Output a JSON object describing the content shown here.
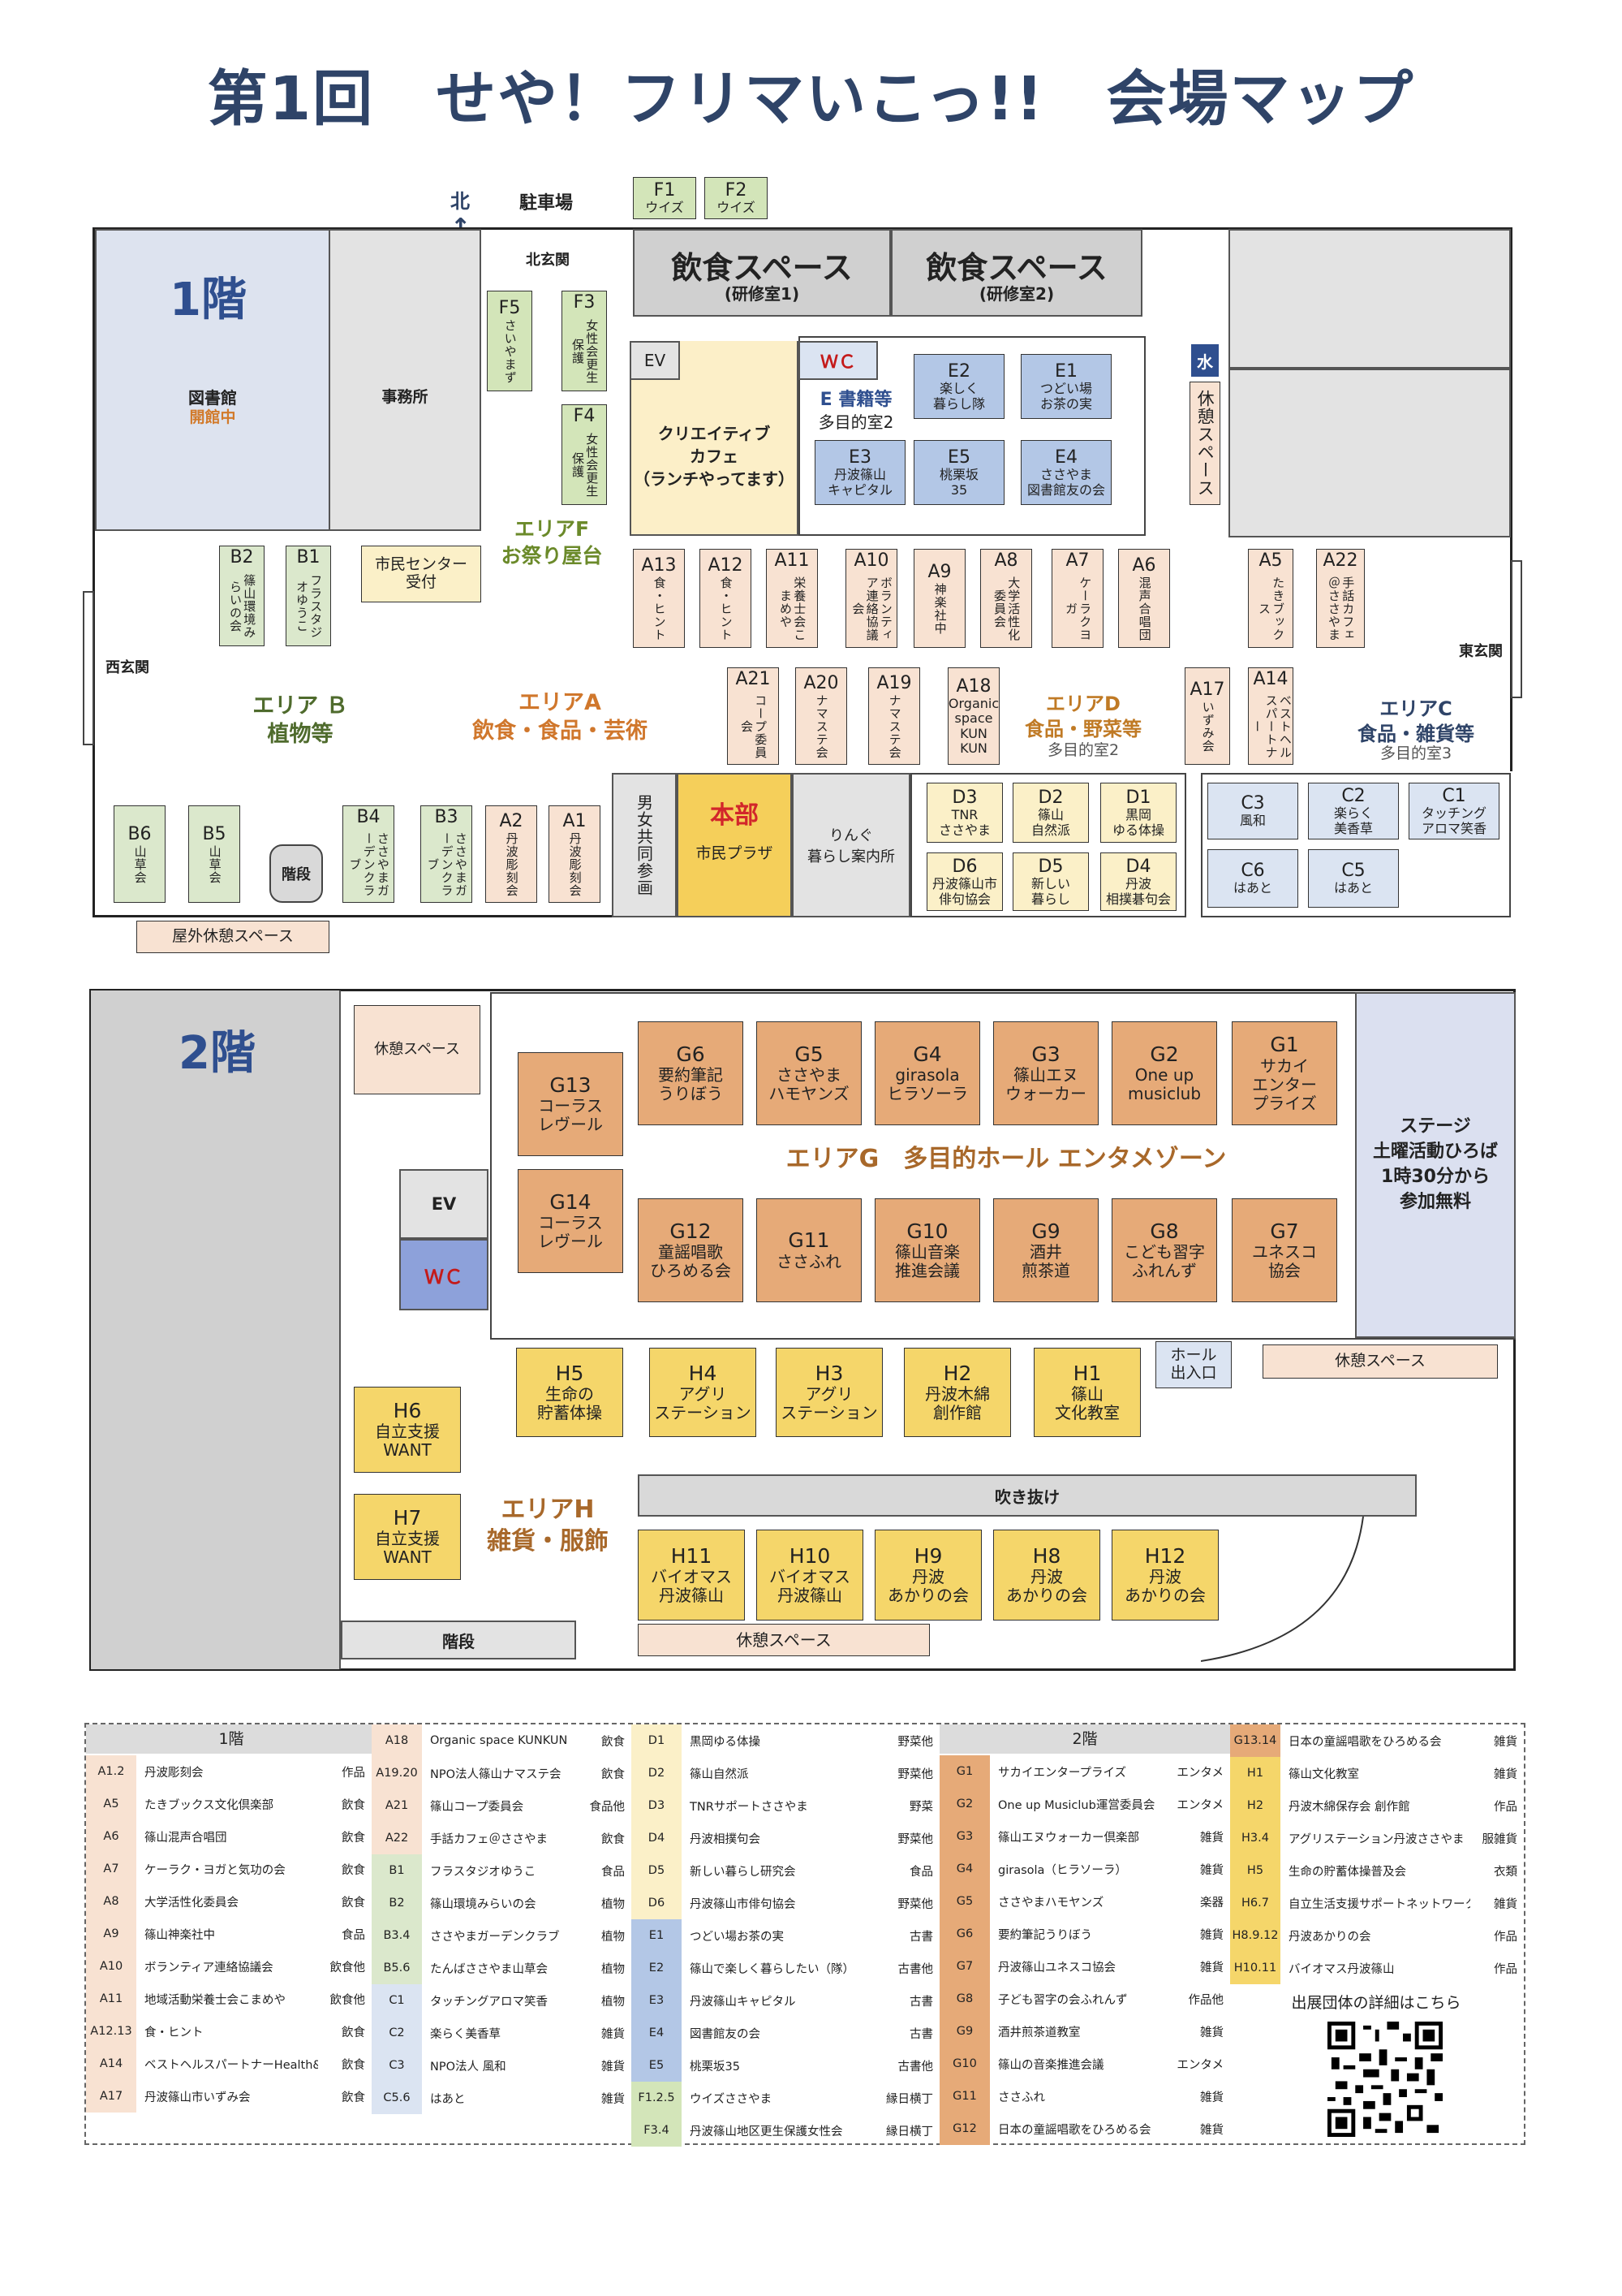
{
  "title": "第1回　せや！フリマいこっ!!　会場マップ",
  "north": "北",
  "parking": "駐車場",
  "floor1": {
    "label": "1階",
    "library": "図書館",
    "library_status": "開館中",
    "office": "事務所",
    "north_entrance": "北玄関",
    "west_entrance": "西玄関",
    "east_entrance": "東玄関",
    "food1": "飲食スペース",
    "food1_sub": "(研修室1)",
    "food2": "飲食スペース",
    "food2_sub": "(研修室2)",
    "ev": "EV",
    "wc": "ＷＣ",
    "water": "水",
    "rest_v": "休憩スペース",
    "cafe": "クリエイティブ\nカフェ\n（ランチやってます）",
    "areaE": "E 書籍等",
    "areaE_sub": "多目的室2",
    "center": "市民センター\n受付",
    "areaF": "エリアF\nお祭り屋台",
    "areaA": "エリアA\n飲食・食品・芸術",
    "areaB": "エリア Ｂ\n植物等",
    "areaD": "エリアD\n食品・野菜等",
    "areaD_sub": "多目的室2",
    "areaC": "エリアC\n食品・雑貨等",
    "areaC_sub": "多目的室3",
    "toilet": "男女共同参画",
    "hq": "本部",
    "hq_sub": "市民プラザ",
    "ringo": "りんぐ\n暮らし案内所",
    "stairs": "階段",
    "outdoor": "屋外休憩スペース"
  },
  "booths1": [
    {
      "id": "F1",
      "name": "ウイズ"
    },
    {
      "id": "F2",
      "name": "ウイズ"
    },
    {
      "id": "F5",
      "name": "さいやまず"
    },
    {
      "id": "F3",
      "name": "女性会更生保護"
    },
    {
      "id": "F4",
      "name": "女性会更生保護"
    },
    {
      "id": "E2",
      "name": "楽しく\n暮らし隊"
    },
    {
      "id": "E1",
      "name": "つどい場\nお茶の実"
    },
    {
      "id": "E3",
      "name": "丹波篠山\nキャピタル"
    },
    {
      "id": "E5",
      "name": "桃栗坂\n35"
    },
    {
      "id": "E4",
      "name": "ささやま\n図書館友の会"
    },
    {
      "id": "B2",
      "name": "篠山環境みらいの会"
    },
    {
      "id": "B1",
      "name": "フラスタジオゆうこ"
    },
    {
      "id": "A13",
      "name": "食・ヒント"
    },
    {
      "id": "A12",
      "name": "食・ヒント"
    },
    {
      "id": "A11",
      "name": "栄養士会こまめや"
    },
    {
      "id": "A10",
      "name": "ボランティア連絡協議会"
    },
    {
      "id": "A9",
      "name": "神楽社中"
    },
    {
      "id": "A8",
      "name": "大学活性化委員会"
    },
    {
      "id": "A7",
      "name": "ケーラクヨガ"
    },
    {
      "id": "A6",
      "name": "混声合唱団"
    },
    {
      "id": "A5",
      "name": "たきブックス"
    },
    {
      "id": "A22",
      "name": "手話カフェ＠ささやま"
    },
    {
      "id": "A21",
      "name": "コープ委員会"
    },
    {
      "id": "A20",
      "name": "ナマステ会"
    },
    {
      "id": "A19",
      "name": "ナマステ会"
    },
    {
      "id": "A18",
      "name": "Organic\nspace\nKUN\nKUN"
    },
    {
      "id": "A17",
      "name": "いずみ会"
    },
    {
      "id": "A14",
      "name": "ベストヘルスパートナー"
    },
    {
      "id": "B6",
      "name": "山草会"
    },
    {
      "id": "B5",
      "name": "山草会"
    },
    {
      "id": "B4",
      "name": "ささやまガーデンクラブ"
    },
    {
      "id": "B3",
      "name": "ささやまガーデンクラブ"
    },
    {
      "id": "A2",
      "name": "丹波彫刻会"
    },
    {
      "id": "A1",
      "name": "丹波彫刻会"
    },
    {
      "id": "D3",
      "name": "TNR\nささやま"
    },
    {
      "id": "D2",
      "name": "篠山\n自然派"
    },
    {
      "id": "D1",
      "name": "黒岡\nゆる体操"
    },
    {
      "id": "D6",
      "name": "丹波篠山市\n俳句協会"
    },
    {
      "id": "D5",
      "name": "新しい\n暮らし"
    },
    {
      "id": "D4",
      "name": "丹波\n相撲碁句会"
    },
    {
      "id": "C3",
      "name": "風和"
    },
    {
      "id": "C2",
      "name": "楽らく\n美香草"
    },
    {
      "id": "C1",
      "name": "タッチング\nアロマ笑香"
    },
    {
      "id": "C6",
      "name": "はあと"
    },
    {
      "id": "C5",
      "name": "はあと"
    }
  ],
  "floor2": {
    "label": "2階",
    "rest1": "休憩スペース",
    "areaG": "エリアG　多目的ホール エンタメゾーン",
    "stage": "ステージ\n土曜活動ひろば\n1時30分から\n参加無料",
    "ev": "EV",
    "wc": "ＷＣ",
    "hall_entrance": "ホール\n出入口",
    "rest2": "休憩スペース",
    "void": "吹き抜け",
    "areaH": "エリアH\n雑貨・服飾",
    "stairs": "階段",
    "rest3": "休憩スペース"
  },
  "booths2": [
    {
      "id": "G6",
      "name": "要約筆記\nうりぼう"
    },
    {
      "id": "G5",
      "name": "ささやま\nハモヤンズ"
    },
    {
      "id": "G4",
      "name": "girasola\nヒラソーラ"
    },
    {
      "id": "G3",
      "name": "篠山エヌ\nウォーカー"
    },
    {
      "id": "G2",
      "name": "One up\nmusiclub"
    },
    {
      "id": "G1",
      "name": "サカイ\nエンター\nプライズ"
    },
    {
      "id": "G13",
      "name": "コーラス\nレヴール"
    },
    {
      "id": "G14",
      "name": "コーラス\nレヴール"
    },
    {
      "id": "G12",
      "name": "童謡唱歌\nひろめる会"
    },
    {
      "id": "G11",
      "name": "ささふれ"
    },
    {
      "id": "G10",
      "name": "篠山音楽\n推進会議"
    },
    {
      "id": "G9",
      "name": "酒井\n煎茶道"
    },
    {
      "id": "G8",
      "name": "こども習字\nふれんず"
    },
    {
      "id": "G7",
      "name": "ユネスコ\n協会"
    },
    {
      "id": "H5",
      "name": "生命の\n貯蓄体操"
    },
    {
      "id": "H4",
      "name": "アグリ\nステーション"
    },
    {
      "id": "H3",
      "name": "アグリ\nステーション"
    },
    {
      "id": "H2",
      "name": "丹波木綿\n創作館"
    },
    {
      "id": "H1",
      "name": "篠山\n文化教室"
    },
    {
      "id": "H6",
      "name": "自立支援\nWANT"
    },
    {
      "id": "H7",
      "name": "自立支援\nWANT"
    },
    {
      "id": "H11",
      "name": "バイオマス\n丹波篠山"
    },
    {
      "id": "H10",
      "name": "バイオマス\n丹波篠山"
    },
    {
      "id": "H9",
      "name": "丹波\nあかりの会"
    },
    {
      "id": "H8",
      "name": "丹波\nあかりの会"
    },
    {
      "id": "H12",
      "name": "丹波\nあかりの会"
    }
  ],
  "legend": {
    "head1": "1階",
    "head2": "2階",
    "qr_caption": "出展団体の詳細はこちら",
    "col1": [
      {
        "id": "A1.2",
        "name": "丹波彫刻会",
        "cat": "作品"
      },
      {
        "id": "A5",
        "name": "たきブックス文化倶楽部",
        "cat": "飲食"
      },
      {
        "id": "A6",
        "name": "篠山混声合唱団",
        "cat": "飲食"
      },
      {
        "id": "A7",
        "name": "ケーラク・ヨガと気功の会",
        "cat": "飲食"
      },
      {
        "id": "A8",
        "name": "大学活性化委員会",
        "cat": "飲食"
      },
      {
        "id": "A9",
        "name": "篠山神楽社中",
        "cat": "食品"
      },
      {
        "id": "A10",
        "name": "ボランティア連絡協議会",
        "cat": "飲食他"
      },
      {
        "id": "A11",
        "name": "地域活動栄養士会こまめや",
        "cat": "飲食他"
      },
      {
        "id": "A12.13",
        "name": "食・ヒント",
        "cat": "飲食"
      },
      {
        "id": "A14",
        "name": "ベストヘルスパートナーHealth&Fine",
        "cat": "飲食"
      },
      {
        "id": "A17",
        "name": "丹波篠山市いずみ会",
        "cat": "飲食"
      }
    ],
    "col2": [
      {
        "id": "A18",
        "name": "Organic space KUNKUN",
        "cat": "飲食"
      },
      {
        "id": "A19.20",
        "name": "NPO法人篠山ナマステ会",
        "cat": "飲食"
      },
      {
        "id": "A21",
        "name": "篠山コープ委員会",
        "cat": "食品他"
      },
      {
        "id": "A22",
        "name": "手話カフェ＠ささやま",
        "cat": "飲食"
      },
      {
        "id": "B1",
        "name": "フラスタジオゆうこ",
        "cat": "食品"
      },
      {
        "id": "B2",
        "name": "篠山環境みらいの会",
        "cat": "植物"
      },
      {
        "id": "B3.4",
        "name": "ささやまガーデンクラブ",
        "cat": "植物"
      },
      {
        "id": "B5.6",
        "name": "たんばささやま山草会",
        "cat": "植物"
      },
      {
        "id": "C1",
        "name": "タッチングアロマ笑香",
        "cat": "植物"
      },
      {
        "id": "C2",
        "name": "楽らく美香草",
        "cat": "雑貨"
      },
      {
        "id": "C3",
        "name": "NPO法人 風和",
        "cat": "雑貨"
      },
      {
        "id": "C5.6",
        "name": "はあと",
        "cat": "雑貨"
      }
    ],
    "col3": [
      {
        "id": "D1",
        "name": "黒岡ゆる体操",
        "cat": "野菜他"
      },
      {
        "id": "D2",
        "name": "篠山自然派",
        "cat": "野菜他"
      },
      {
        "id": "D3",
        "name": "TNRサポートささやま",
        "cat": "野菜"
      },
      {
        "id": "D4",
        "name": "丹波相撲句会",
        "cat": "野菜他"
      },
      {
        "id": "D5",
        "name": "新しい暮らし研究会",
        "cat": "食品"
      },
      {
        "id": "D6",
        "name": "丹波篠山市俳句協会",
        "cat": "野菜他"
      },
      {
        "id": "E1",
        "name": "つどい場お茶の実",
        "cat": "古書"
      },
      {
        "id": "E2",
        "name": "篠山で楽しく暮らしたい（隊）",
        "cat": "古書他"
      },
      {
        "id": "E3",
        "name": "丹波篠山キャピタル",
        "cat": "古書"
      },
      {
        "id": "E4",
        "name": "図書館友の会",
        "cat": "古書"
      },
      {
        "id": "E5",
        "name": "桃栗坂35",
        "cat": "古書他"
      },
      {
        "id": "F1.2.5",
        "name": "ウイズささやま",
        "cat": "縁日横丁"
      },
      {
        "id": "F3.4",
        "name": "丹波篠山地区更生保護女性会",
        "cat": "縁日横丁"
      }
    ],
    "col4": [
      {
        "id": "G1",
        "name": "サカイエンタープライズ",
        "cat": "エンタメ"
      },
      {
        "id": "G2",
        "name": "One up Musiclub運営委員会",
        "cat": "エンタメ"
      },
      {
        "id": "G3",
        "name": "篠山エヌウォーカー倶楽部",
        "cat": "雑貨"
      },
      {
        "id": "G4",
        "name": "girasola（ヒラソーラ）",
        "cat": "雑貨"
      },
      {
        "id": "G5",
        "name": "ささやまハモヤンズ",
        "cat": "楽器"
      },
      {
        "id": "G6",
        "name": "要約筆記うりぼう",
        "cat": "雑貨"
      },
      {
        "id": "G7",
        "name": "丹波篠山ユネスコ協会",
        "cat": "雑貨"
      },
      {
        "id": "G8",
        "name": "子ども習字の会ふれんず",
        "cat": "作品他"
      },
      {
        "id": "G9",
        "name": "酒井煎茶道教室",
        "cat": "雑貨"
      },
      {
        "id": "G10",
        "name": "篠山の音楽推進会議",
        "cat": "エンタメ"
      },
      {
        "id": "G11",
        "name": "ささふれ",
        "cat": "雑貨"
      },
      {
        "id": "G12",
        "name": "日本の童謡唱歌をひろめる会",
        "cat": "雑貨"
      }
    ],
    "col5": [
      {
        "id": "G13.14",
        "name": "日本の童謡唱歌をひろめる会",
        "cat": "雑貨"
      },
      {
        "id": "H1",
        "name": "篠山文化教室",
        "cat": "雑貨"
      },
      {
        "id": "H2",
        "name": "丹波木綿保存会 創作館",
        "cat": "作品"
      },
      {
        "id": "H3.4",
        "name": "アグリステーション丹波ささやま",
        "cat": "服雑貨"
      },
      {
        "id": "H5",
        "name": "生命の貯蓄体操普及会",
        "cat": "衣類"
      },
      {
        "id": "H6.7",
        "name": "自立生活支援サポートネットワーク",
        "cat": "雑貨"
      },
      {
        "id": "H8.9.12",
        "name": "丹波あかりの会",
        "cat": "作品"
      },
      {
        "id": "H10.11",
        "name": "バイオマス丹波篠山",
        "cat": "作品"
      }
    ]
  }
}
